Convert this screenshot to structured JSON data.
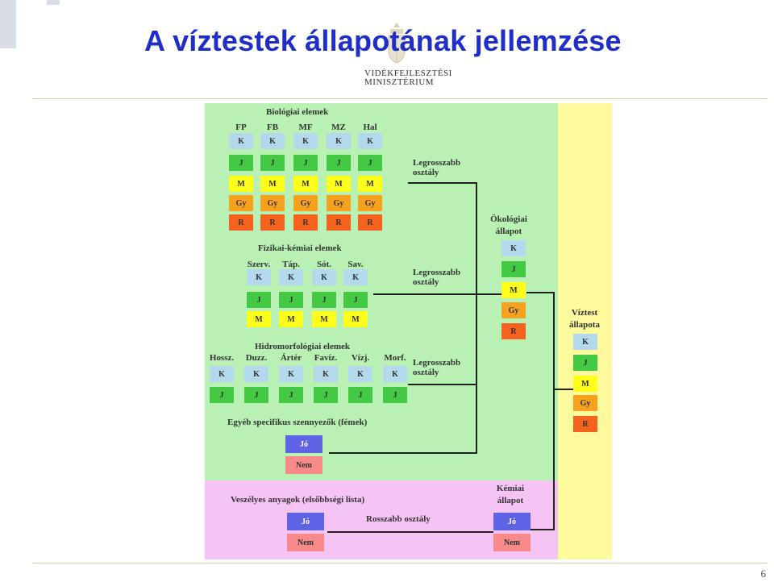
{
  "header": {
    "title": "A víztestek állapotának jellemzése",
    "logo_line1": "VIDÉKFEJLESZTÉSI",
    "logo_line2": "MINISZTÉRIUM"
  },
  "diagram": {
    "biological": {
      "heading": "Biológiai elemek",
      "columns": [
        "FP",
        "FB",
        "MF",
        "MZ",
        "Hal"
      ],
      "classes": [
        "K",
        "J",
        "M",
        "Gy",
        "R"
      ]
    },
    "physchem": {
      "heading": "Fizikai-kémiai elemek",
      "columns": [
        "Szerv.",
        "Táp.",
        "Sót.",
        "Sav."
      ],
      "classes": [
        "K",
        "J",
        "M"
      ]
    },
    "hydromorph": {
      "heading": "Hidromorfológiai elemek",
      "columns": [
        "Hossz.",
        "Duzz.",
        "Ártér",
        "Favíz.",
        "Vízj.",
        "Morf."
      ],
      "classes": [
        "K",
        "J"
      ]
    },
    "other_pollutants": {
      "heading": "Egyéb specifikus szennyezők (fémek)",
      "good": "Jó",
      "bad": "Nem"
    },
    "worst_class_label": "Legrosszabb osztály",
    "ecological": {
      "heading_line1": "Ökológiai",
      "heading_line2": "állapot",
      "classes": [
        "K",
        "J",
        "M",
        "Gy",
        "R"
      ]
    },
    "water_body": {
      "heading_line1": "Víztest",
      "heading_line2": "állapota",
      "classes": [
        "K",
        "J",
        "M",
        "Gy",
        "R"
      ]
    },
    "hazardous": {
      "heading": "Veszélyes anyagok (elsőbbségi lista)",
      "good": "Jó",
      "bad": "Nem",
      "worse_label": "Rosszabb osztály"
    },
    "chemical": {
      "heading_line1": "Kémiai",
      "heading_line2": "állapot",
      "good": "Jó",
      "bad": "Nem"
    }
  },
  "footer": {
    "page_number": "6"
  }
}
